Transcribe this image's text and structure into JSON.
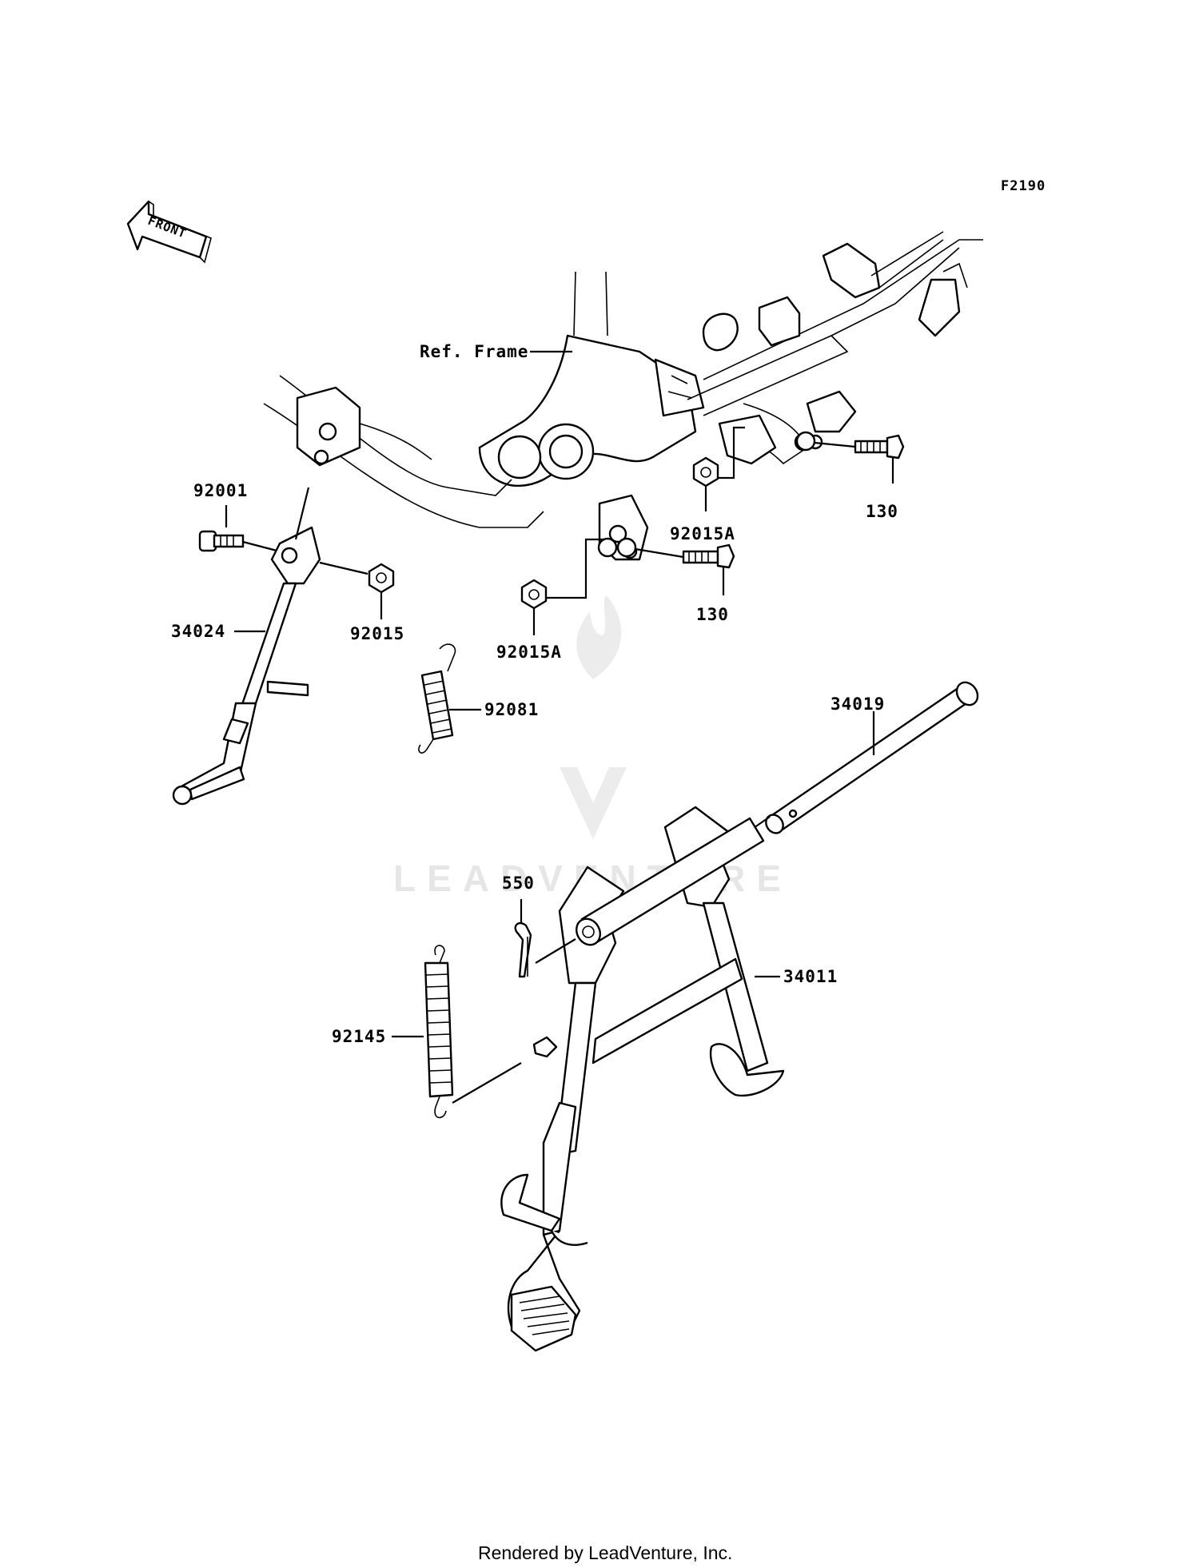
{
  "diagram": {
    "figure_code": "F2190",
    "front_arrow_text": "FRONT",
    "reference_label": "Ref. Frame",
    "watermark": "LEADVENTURE",
    "footer": "Rendered by LeadVenture, Inc.",
    "callouts": {
      "c92001": "92001",
      "c34024": "34024",
      "c92015": "92015",
      "c92081": "92081",
      "c92015A_left": "92015A",
      "c92015A_right": "92015A",
      "c130_left": "130",
      "c130_right": "130",
      "c34019": "34019",
      "c550": "550",
      "c34011": "34011",
      "c92145": "92145"
    }
  }
}
